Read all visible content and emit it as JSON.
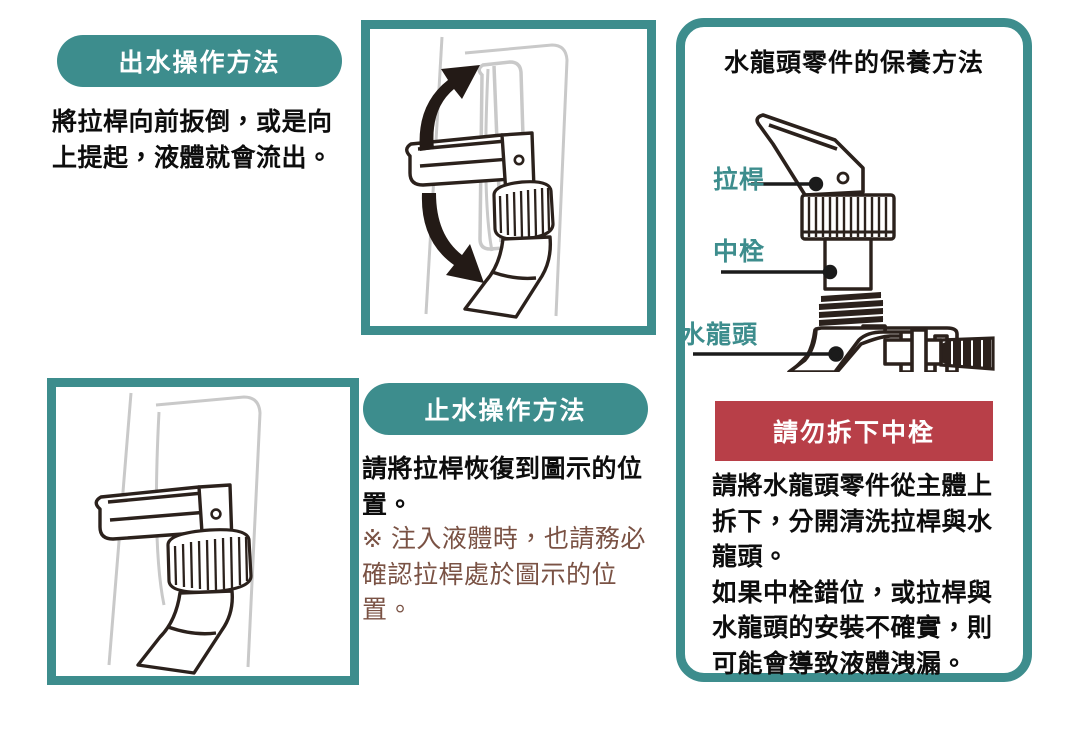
{
  "palette": {
    "teal": "#3d8d8d",
    "red": "#b83f48",
    "brown": "#7a5244",
    "ink": "#0d0d0d",
    "line_dark": "#2b211c",
    "line_light": "#c9c9c9",
    "white": "#ffffff"
  },
  "sections": {
    "dispense": {
      "badge_label": "出水操作方法",
      "body_text": "將拉桿向前扳倒，或是向上提起，液體就會流出。",
      "illustration_name": "faucet-lever-rotate-illustration"
    },
    "stop": {
      "badge_label": "止水操作方法",
      "body_text": "請將拉桿恢復到圖示的位置。",
      "note_text": "※ 注入液體時，也請務必確認拉桿處於圖示的位置。",
      "illustration_name": "faucet-lever-closed-illustration"
    },
    "maintenance": {
      "title": "水龍頭零件的保養方法",
      "warning_banner": "請勿拆下中栓",
      "body_text": "請將水龍頭零件從主體上拆下，分開清洗拉桿與水龍頭。\n如果中栓錯位，或拉桿與水龍頭的安裝不確實，則可能會導致液體洩漏。",
      "callouts": [
        {
          "label": "拉桿",
          "target": "lever"
        },
        {
          "label": "中栓",
          "target": "middle-plug"
        },
        {
          "label": "水龍頭",
          "target": "faucet-body"
        }
      ]
    }
  }
}
